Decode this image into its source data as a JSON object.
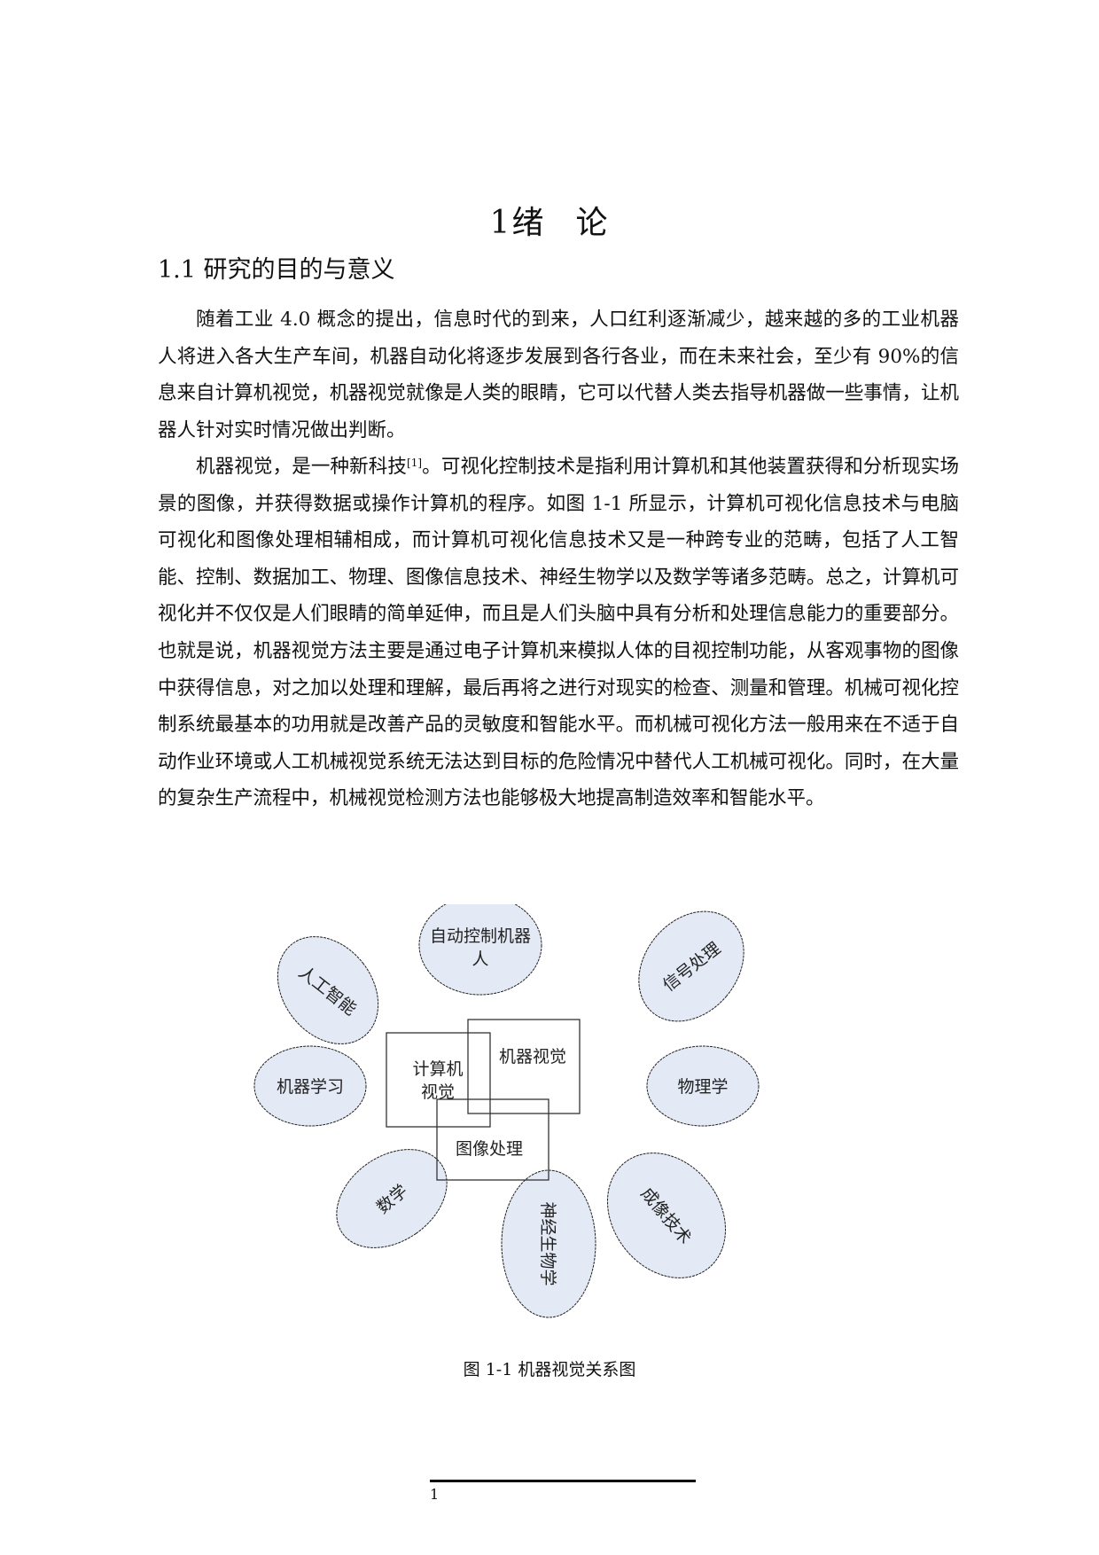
{
  "chapter": {
    "number": "1",
    "title_a": "绪",
    "title_b": "论"
  },
  "section": {
    "title": "1.1 研究的目的与意义"
  },
  "paragraphs": [
    {
      "text": "随着工业 4.0 概念的提出，信息时代的到来，人口红利逐渐减少，越来越的多的工业机器人将进入各大生产车间，机器自动化将逐步发展到各行各业，而在未来社会，至少有 90%的信息来自计算机视觉，机器视觉就像是人类的眼睛，它可以代替人类去指导机器做一些事情，让机器人针对实时情况做出判断。"
    },
    {
      "text_before_cite": "机器视觉，是一种新科技",
      "citation": "[1]",
      "text_after_cite": "。可视化控制技术是指利用计算机和其他装置获得和分析现实场景的图像，并获得数据或操作计算机的程序。如图 1-1 所显示，计算机可视化信息技术与电脑可视化和图像处理相辅相成，而计算机可视化信息技术又是一种跨专业的范畴，包括了人工智能、控制、数据加工、物理、图像信息技术、神经生物学以及数学等诸多范畴。总之，计算机可视化并不仅仅是人们眼睛的简单延伸，而且是人们头脑中具有分析和处理信息能力的重要部分。也就是说，机器视觉方法主要是通过电子计算机来模拟人体的目视控制功能，从客观事物的图像中获得信息，对之加以处理和理解，最后再将之进行对现实的检查、测量和管理。机械可视化控制系统最基本的功用就是改善产品的灵敏度和智能水平。而机械可视化方法一般用来在不适于自动作业环境或人工机械视觉系统无法达到目标的危险情况中替代人工机械可视化。同时，在大量的复杂生产流程中，机械视觉检测方法也能够极大地提高制造效率和智能水平。"
    }
  ],
  "figure": {
    "caption": "图 1-1 机器视觉关系图",
    "colors": {
      "ellipse_fill": "#e4eaf5",
      "stroke": "#222222"
    },
    "ellipses": [
      {
        "id": "ai",
        "label": "人工智能"
      },
      {
        "id": "robot",
        "label_line1": "自动控制机器",
        "label_line2": "人"
      },
      {
        "id": "signal",
        "label": "信号处理"
      },
      {
        "id": "ml",
        "label": "机器学习"
      },
      {
        "id": "physics",
        "label": "物理学"
      },
      {
        "id": "math",
        "label": "数学"
      },
      {
        "id": "neuro",
        "label": "神经生物学"
      },
      {
        "id": "imaging",
        "label": "成像技术"
      }
    ],
    "boxes": [
      {
        "id": "cv",
        "label_line1": "计算机",
        "label_line2": "视觉"
      },
      {
        "id": "mv",
        "label": "机器视觉"
      },
      {
        "id": "ip",
        "label": "图像处理"
      }
    ]
  },
  "footer": {
    "page_number": "1"
  }
}
